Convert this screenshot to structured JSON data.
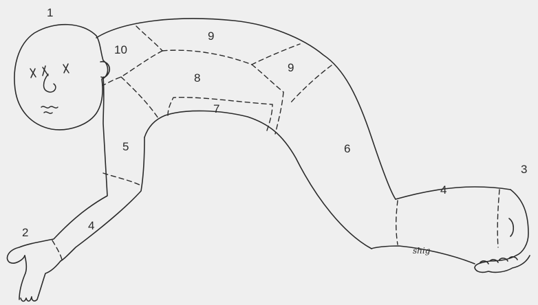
{
  "labels": {
    "head": "1",
    "hand": "2",
    "foot": "3",
    "forearm": "4",
    "lower_leg": "4",
    "upper_arm": "5",
    "thigh": "6",
    "abdomen": "7",
    "chest": "8",
    "upper_back": "9",
    "shoulder": "9",
    "neck": "10"
  },
  "signature": "shig",
  "colors": {
    "background": "#efefef",
    "ink": "#2a2a2a"
  }
}
